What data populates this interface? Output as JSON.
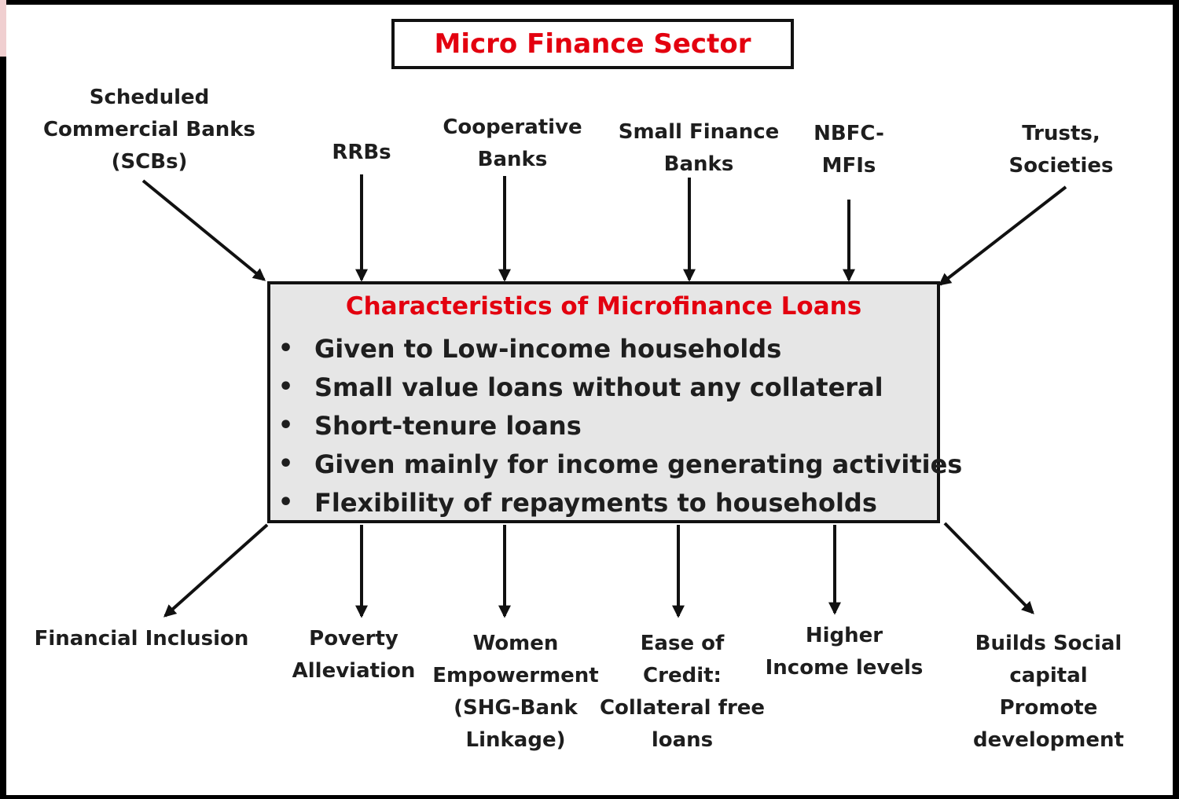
{
  "diagram": {
    "title": "Micro Finance Sector",
    "sources": [
      {
        "label": "Scheduled\nCommercial Banks\n(SCBs)"
      },
      {
        "label": "RRBs"
      },
      {
        "label": "Cooperative\nBanks"
      },
      {
        "label": "Small Finance\nBanks"
      },
      {
        "label": "NBFC-\nMFIs"
      },
      {
        "label": "Trusts,\nSocieties"
      }
    ],
    "center": {
      "title": "Characteristics of Microfinance Loans",
      "bullet_glyph": "•",
      "bullets": [
        "Given to Low-income households",
        "Small value loans without any collateral",
        "Short-tenure loans",
        "Given mainly for income generating activities",
        "Flexibility of repayments to households"
      ]
    },
    "outcomes": [
      {
        "label": "Financial Inclusion"
      },
      {
        "label": "Poverty\nAlleviation"
      },
      {
        "label": "Women\nEmpowerment\n(SHG-Bank\nLinkage)"
      },
      {
        "label": "Ease of\nCredit:\nCollateral free\nloans"
      },
      {
        "label": "Higher\nIncome levels"
      },
      {
        "label": "Builds Social\ncapital\nPromote\ndevelopment"
      }
    ]
  },
  "colors": {
    "title_red": "#e3000f",
    "box_fill": "#e6e6e6",
    "stroke": "#111111",
    "text": "#1e1e1e"
  }
}
